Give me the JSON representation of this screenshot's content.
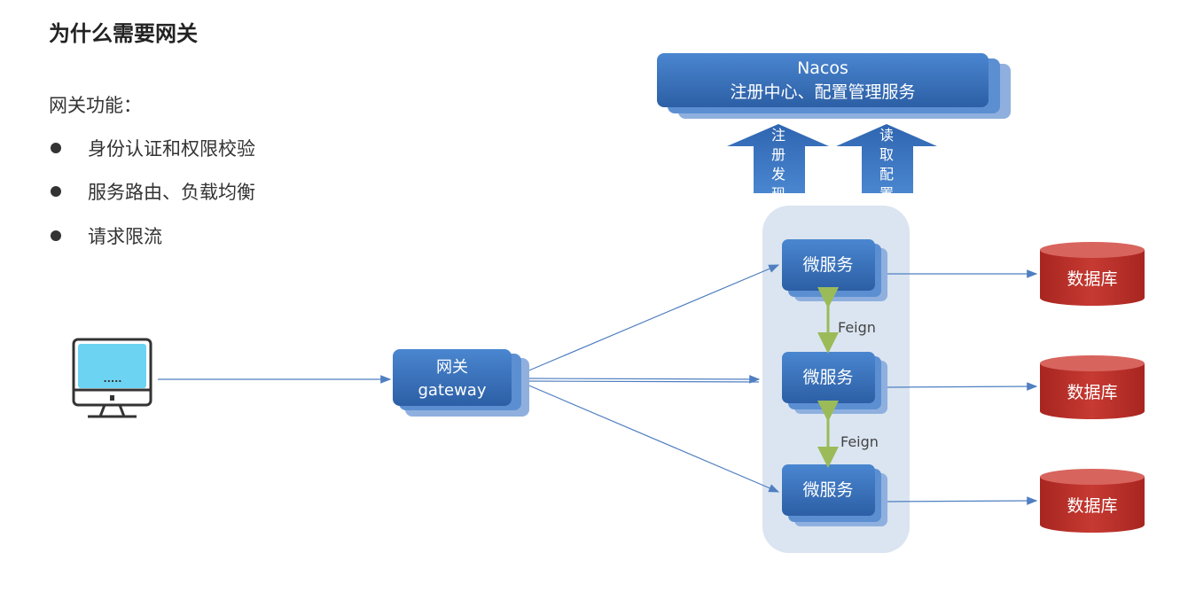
{
  "title": "为什么需要网关",
  "features_heading": "网关功能：",
  "features": [
    "身份认证和权限校验",
    "服务路由、负载均衡",
    "请求限流"
  ],
  "diagram": {
    "nacos": {
      "line1": "Nacos",
      "line2": "注册中心、配置管理服务"
    },
    "arrow_register": [
      "注",
      "册",
      "发",
      "现"
    ],
    "arrow_config": [
      "读",
      "取",
      "配",
      "置"
    ],
    "gateway": {
      "line1": "网关",
      "line2": "gateway"
    },
    "client_screen_text": ".....",
    "microservices": [
      "微服务",
      "微服务",
      "微服务"
    ],
    "feign_labels": [
      "Feign",
      "Feign"
    ],
    "databases": [
      "数据库",
      "数据库",
      "数据库"
    ]
  },
  "colors": {
    "box_blue": "#3a72bd",
    "db_red": "#c0302b",
    "panel": "#dbe5f1",
    "feign_green": "#9bbb59",
    "line_blue": "#4f7fc0"
  }
}
